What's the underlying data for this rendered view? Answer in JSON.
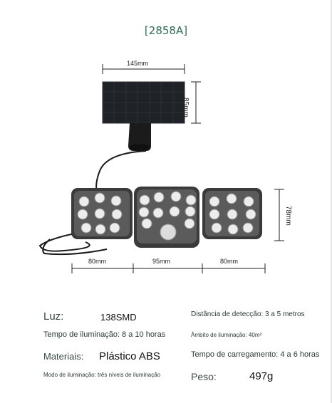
{
  "model": "[2858A]",
  "dimensions": {
    "panel_width": "145mm",
    "panel_height": "85mm",
    "lamp_height": "78mm",
    "left_width": "80mm",
    "center_width": "95mm",
    "right_width": "80mm"
  },
  "specs": {
    "light_label": "Luz:",
    "light_value": "138SMD",
    "detection": "Distância de detecção: 3 a 5 metros",
    "lighting_time": "Tempo de iluminação: 8 a 10 horas",
    "angle": "Âmbito de iluminação: 40m²",
    "materials_label": "Materiais:",
    "materials_value": "Plástico ABS",
    "charging": "Tempo de carregamento: 4 a 6 horas",
    "mode": "Modo de iluminação: três níveis de iluminação",
    "weight_label": "Peso:",
    "weight_value": "497g"
  }
}
